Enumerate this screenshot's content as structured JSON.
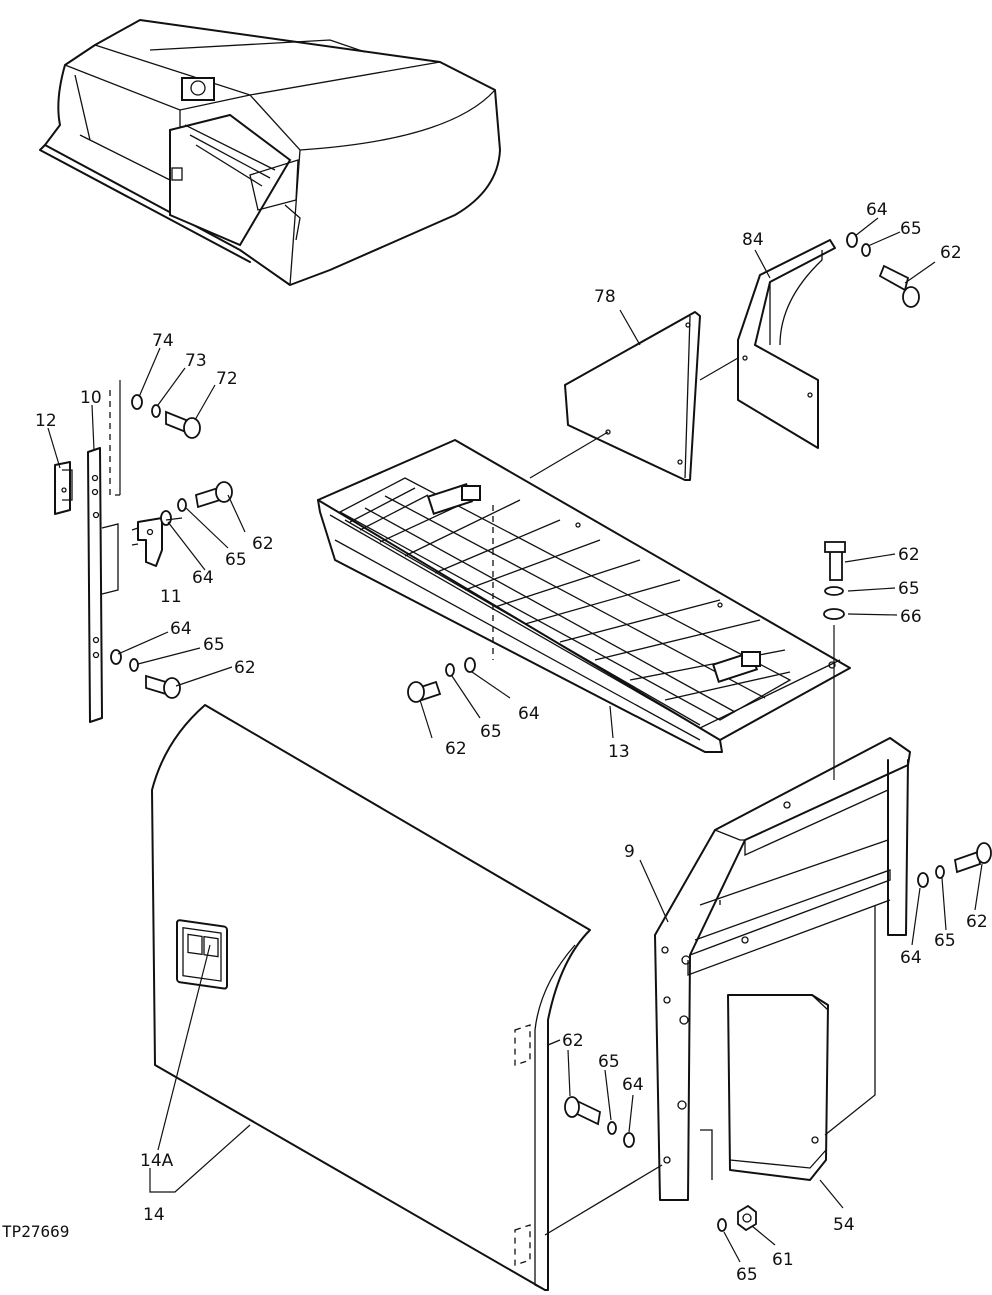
{
  "labels": {
    "p74": "74",
    "p73": "73",
    "p72": "72",
    "p10": "10",
    "p12": "12",
    "p11": "11",
    "p64a": "64",
    "p65a": "65",
    "p62a": "62",
    "p64b": "64",
    "p65b": "65",
    "p62b": "62",
    "p78": "78",
    "p84": "84",
    "p64c": "64",
    "p65c": "65",
    "p62c": "62",
    "p62d": "62",
    "p65d": "65",
    "p66": "66",
    "p62e": "62",
    "p65e": "65",
    "p64e": "64",
    "p13": "13",
    "p9": "9",
    "p64f": "64",
    "p65f": "65",
    "p62f": "62",
    "p62g": "62",
    "p65g": "65",
    "p64g": "64",
    "p14A": "14A",
    "p14": "14",
    "p54": "54",
    "p61": "61",
    "p65h": "65"
  },
  "reference": "TP27669"
}
